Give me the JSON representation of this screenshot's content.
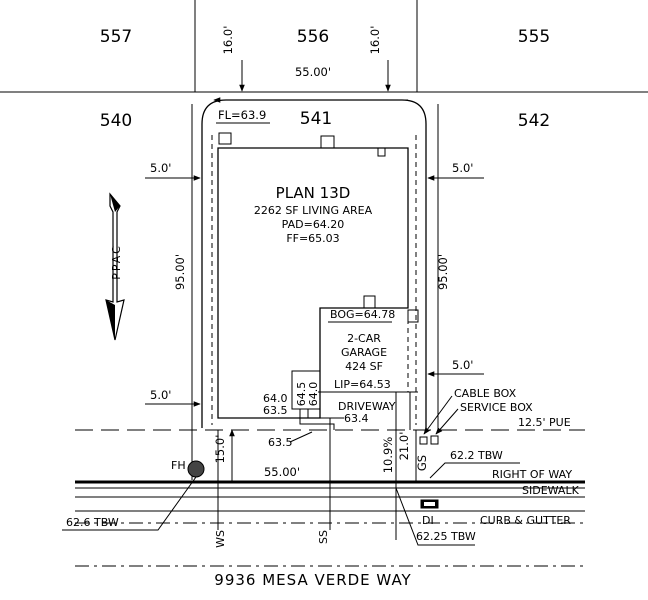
{
  "lots": {
    "lot_557": "557",
    "lot_556": "556",
    "lot_555": "555",
    "lot_540": "540",
    "lot_541": "541",
    "lot_542": "542"
  },
  "dimensions": {
    "rear_setback_left": "16.0'",
    "rear_setback_right": "16.0'",
    "lot_width_top": "55.00'",
    "lot_width_bottom": "55.00'",
    "side_setback_left_top": "5.0'",
    "side_setback_right_top": "5.0'",
    "side_setback_left_bottom": "5.0'",
    "side_setback_right_garage": "5.0'",
    "lot_depth_left": "95.00'",
    "lot_depth_right": "95.00'",
    "front_setback": "15.0'",
    "driveway_depth": "21.0'",
    "driveway_slope": "10.9%"
  },
  "house": {
    "plan": "PLAN 13D",
    "living_area": "2262 SF LIVING AREA",
    "pad": "PAD=64.20",
    "ff": "FF=65.03",
    "fl": "FL=63.9"
  },
  "garage": {
    "bog": "BOG=64.78",
    "name_line1": "2-CAR",
    "name_line2": "GARAGE",
    "area": "424 SF",
    "lip": "LIP=64.53"
  },
  "elevations": {
    "step_a": "64.0",
    "step_b": "63.5",
    "step_c": "64.5",
    "step_d": "64.0",
    "driveway_label": "DRIVEWAY",
    "driveway_elev": "63.4",
    "walk_elev": "63.5"
  },
  "utilities": {
    "cable_box": "CABLE BOX",
    "service_box": "SERVICE BOX",
    "pue": "12.5' PUE",
    "gs": "GS",
    "tbw_right": "62.2 TBW",
    "right_of_way": "RIGHT OF WAY",
    "fire_hydrant": "FH",
    "sidewalk": "SIDEWALK",
    "curb_gutter": "CURB & GUTTER",
    "drain_inlet": "DI",
    "tbw_left": "62.6 TBW",
    "water_service": "WS",
    "sewer_service": "SS",
    "tbw_bottom": "62.25 TBW"
  },
  "street": {
    "address": "9936 MESA VERDE WAY"
  },
  "north_arrow": {
    "label": "PPAC"
  }
}
